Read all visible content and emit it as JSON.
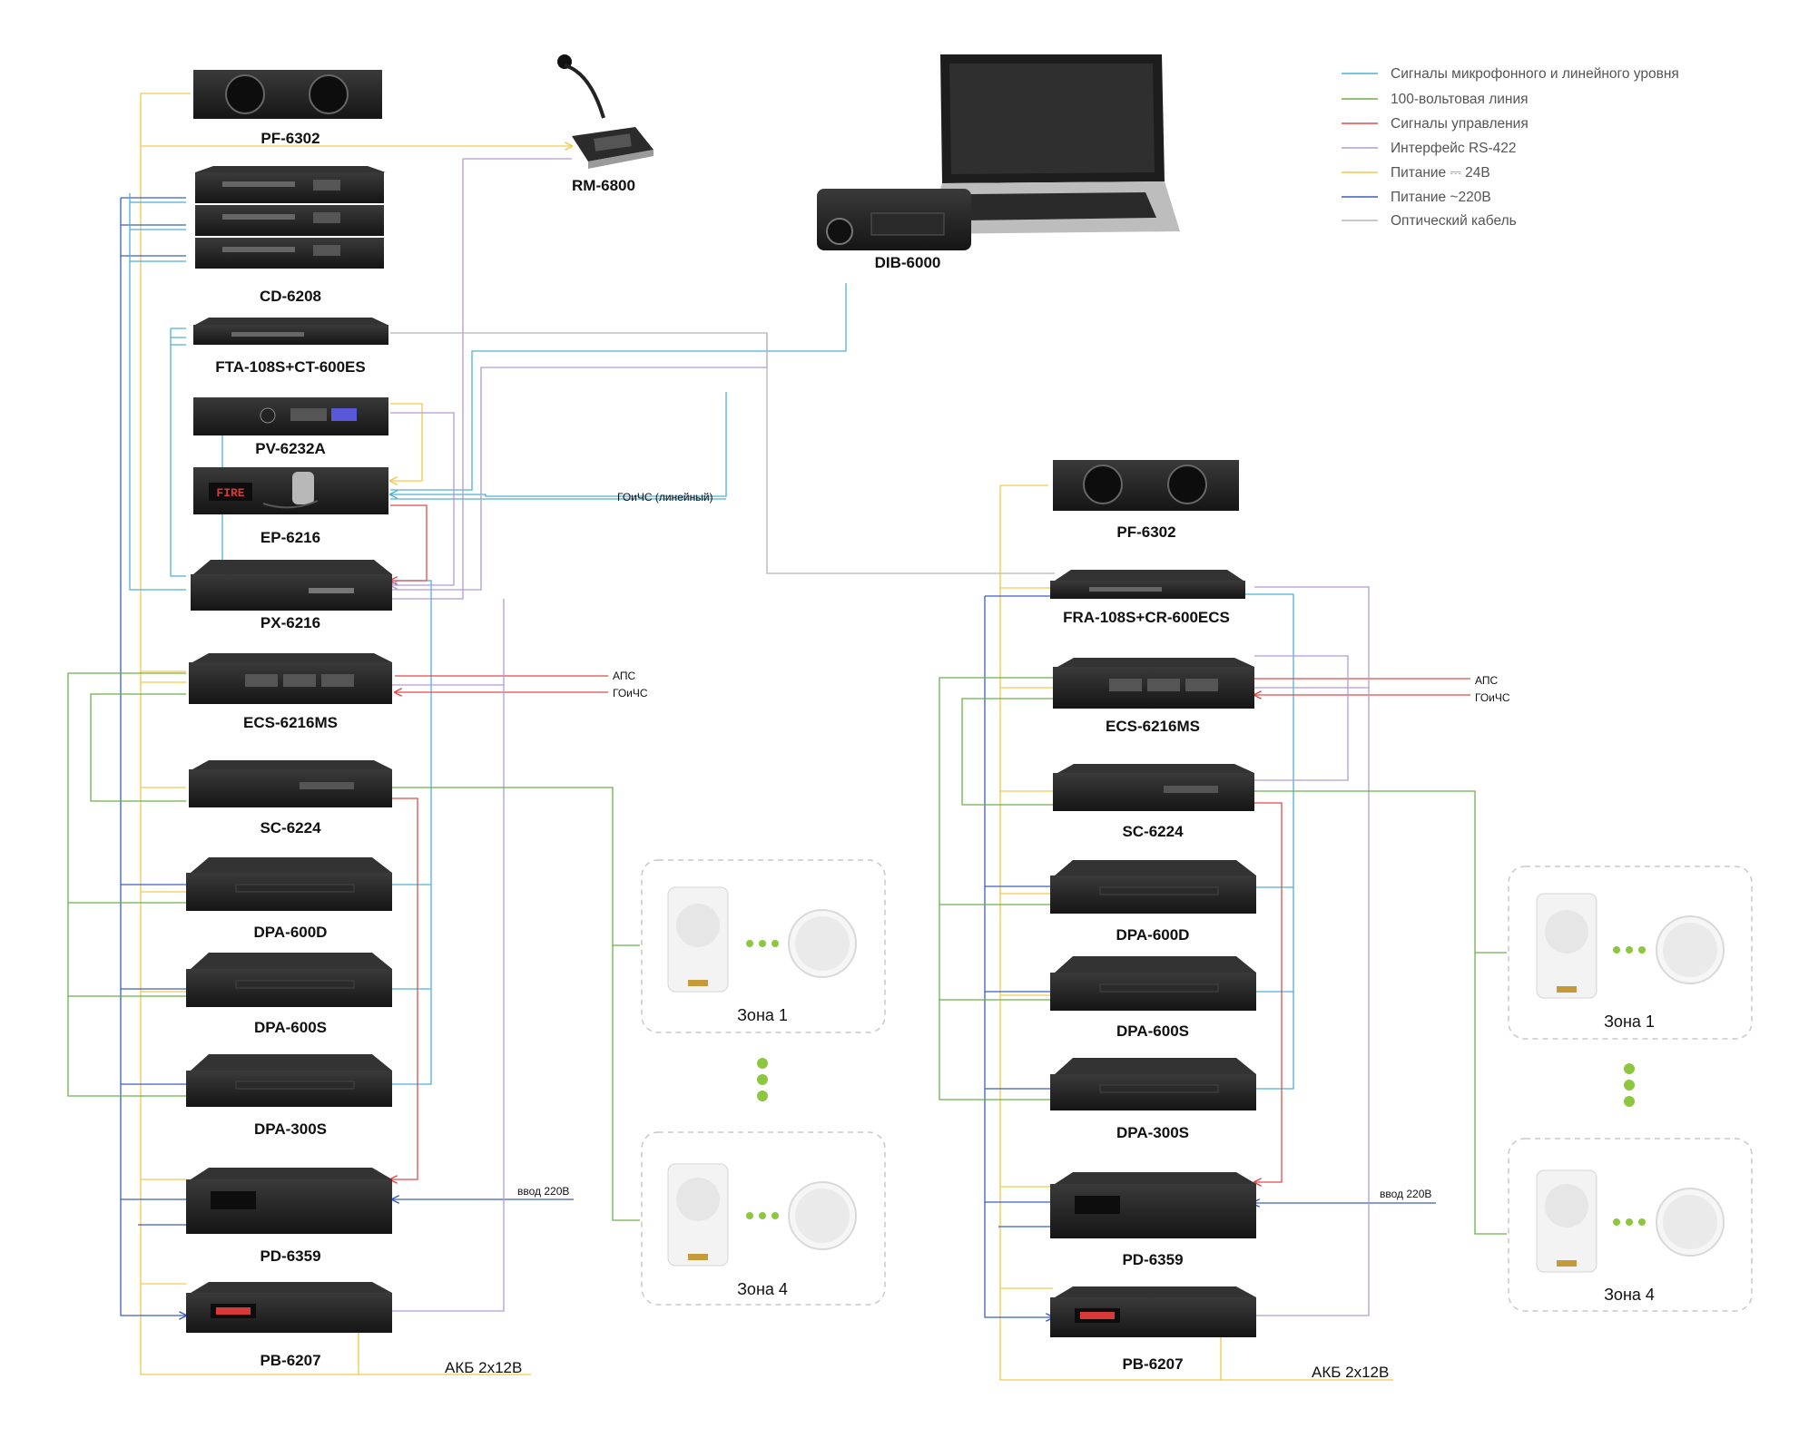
{
  "legend": [
    {
      "label": "Сигналы микрофонного и линейного уровня",
      "color": "#4fb0d8"
    },
    {
      "label": "100-вольтовая линия",
      "color": "#6ab04c"
    },
    {
      "label": "Сигналы управления",
      "color": "#e14b4b"
    },
    {
      "label": "Интерфейс RS-422",
      "color": "#b39ad4"
    },
    {
      "label": "Питание ⎓ 24В",
      "color": "#f2c94c"
    },
    {
      "label": "Питание ~220В",
      "color": "#3a5fbf"
    },
    {
      "label": "Оптический кабель",
      "color": "#b5b5b5"
    }
  ],
  "top_devices": {
    "rm": "RM-6800",
    "dib": "DIB-6000"
  },
  "left_rack": {
    "pf": "PF-6302",
    "cd": "CD-6208",
    "fta": "FTA-108S+CT-600ES",
    "pv": "PV-6232A",
    "ep": "EP-6216",
    "ep_display": "FIRE",
    "px": "PX-6216",
    "ecs": "ECS-6216MS",
    "sc": "SC-6224",
    "dpa600d": "DPA-600D",
    "dpa600s": "DPA-600S",
    "dpa300s": "DPA-300S",
    "pd": "PD-6359",
    "pb": "PB-6207",
    "goichs_line": "ГОиЧС (линейный)",
    "aps": "АПС",
    "goichs": "ГОиЧС",
    "vvod": "ввод 220В",
    "akb": "АКБ 2х12В",
    "zone1": "Зона 1",
    "zone4": "Зона 4"
  },
  "right_rack": {
    "pf": "PF-6302",
    "fra": "FRA-108S+CR-600ECS",
    "ecs": "ECS-6216MS",
    "sc": "SC-6224",
    "dpa600d": "DPA-600D",
    "dpa600s": "DPA-600S",
    "dpa300s": "DPA-300S",
    "pd": "PD-6359",
    "pb": "PB-6207",
    "aps": "АПС",
    "goichs": "ГОиЧС",
    "vvod": "ввод 220В",
    "akb": "АКБ 2х12В",
    "zone1": "Зона 1",
    "zone4": "Зона 4"
  }
}
